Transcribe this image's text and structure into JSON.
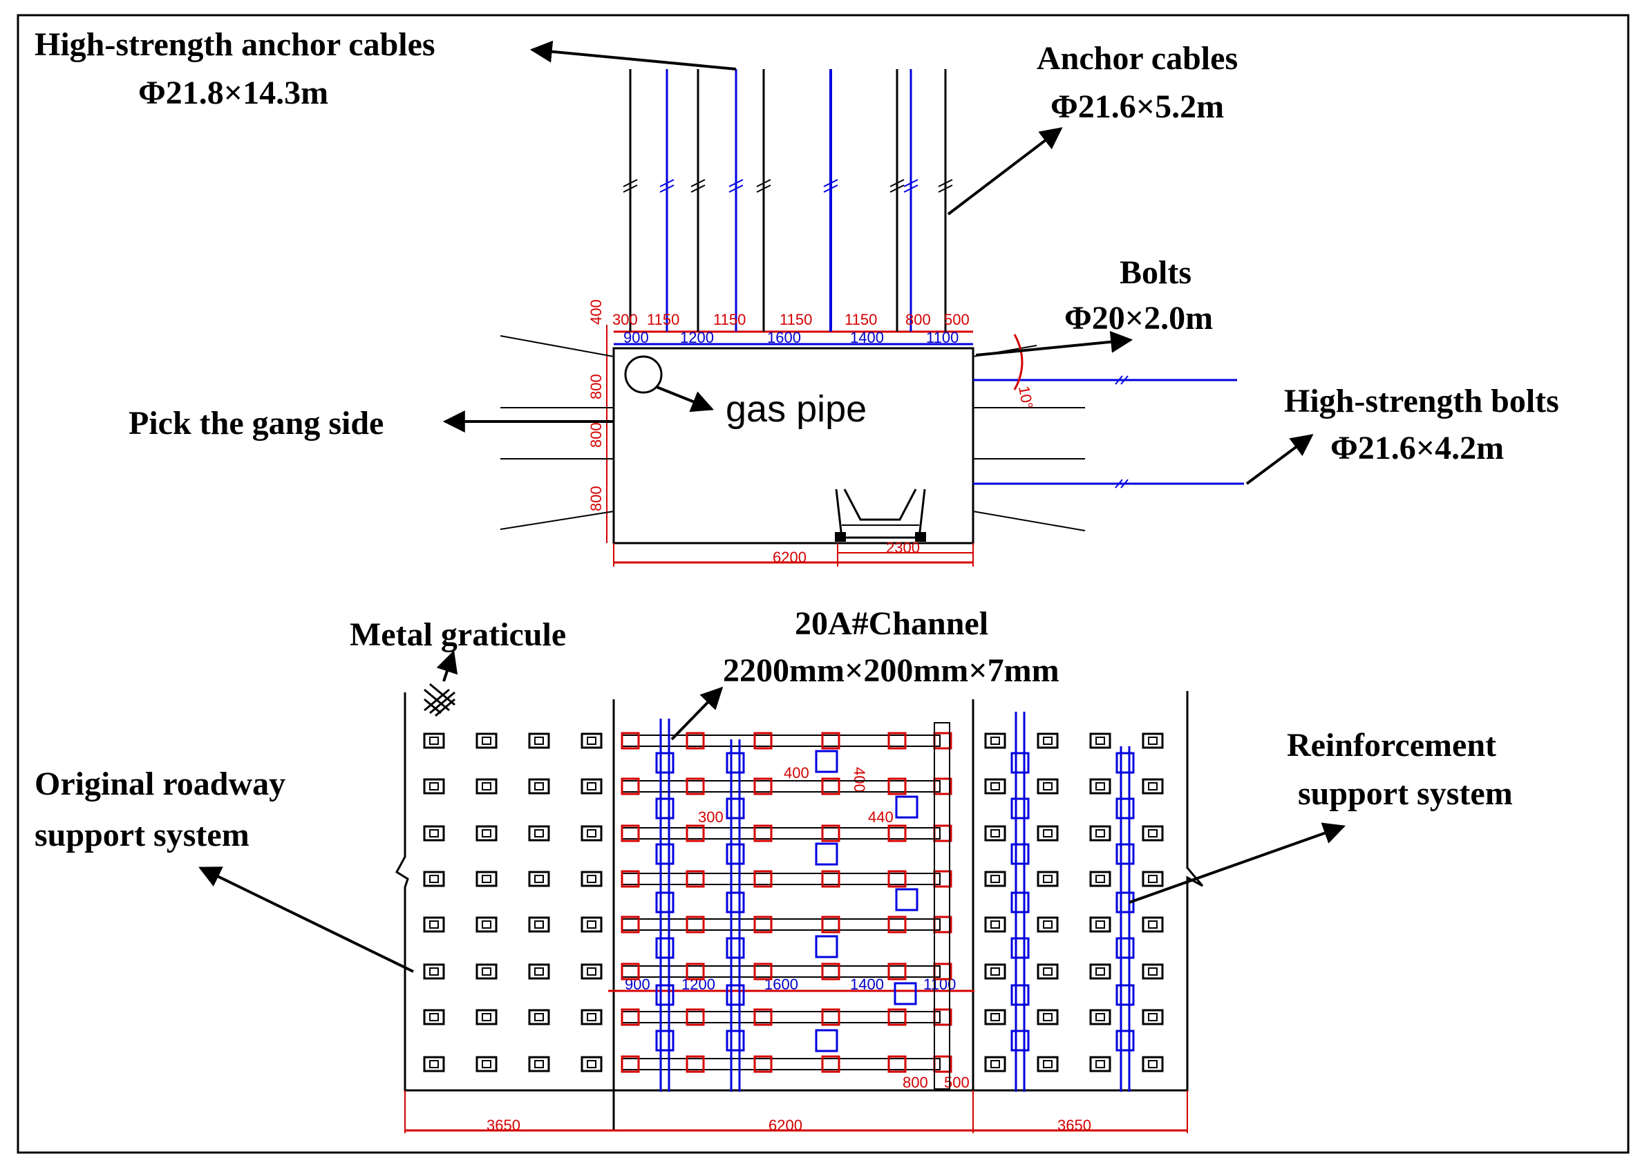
{
  "labels": {
    "hs_anchor_cables_title": "High-strength anchor cables",
    "hs_anchor_cables_spec": "Φ21.8×14.3m",
    "anchor_cables_title": "Anchor cables",
    "anchor_cables_spec": "Φ21.6×5.2m",
    "bolts_title": "Bolts",
    "bolts_spec": "Φ20×2.0m",
    "hs_bolts_title": "High-strength bolts",
    "hs_bolts_spec": "Φ21.6×4.2m",
    "gang_side": "Pick the gang side",
    "gas_pipe": "gas pipe",
    "metal_graticule": "Metal graticule",
    "channel_title": "20A#Channel",
    "channel_spec": "2200mm×200mm×7mm",
    "original_l1": "Original roadway",
    "original_l2": "support system",
    "reinf_l1": "Reinforcement",
    "reinf_l2": "support system"
  },
  "top_dims": {
    "top_red": [
      "300",
      "1150",
      "1150",
      "1150",
      "1150",
      "800",
      "500"
    ],
    "top_blue": [
      "900",
      "1200",
      "1600",
      "1400",
      "1100"
    ],
    "left_red": [
      "400",
      "800",
      "800",
      "800"
    ],
    "bottom_width": "6200",
    "bottom_track": "2300",
    "angle": "10°"
  },
  "plan_dims": {
    "inner_blue": [
      "900",
      "1200",
      "1600",
      "1400",
      "1100"
    ],
    "spacing_a": "400",
    "spacing_b": "400",
    "spacing_c": "300",
    "spacing_d": "440",
    "spacing_e": "800",
    "spacing_f": "500",
    "bottom_left": "3650",
    "bottom_mid": "6200",
    "bottom_right": "3650"
  },
  "colors": {
    "red": "#d40000",
    "blue": "#0000e0",
    "black": "#000000"
  }
}
